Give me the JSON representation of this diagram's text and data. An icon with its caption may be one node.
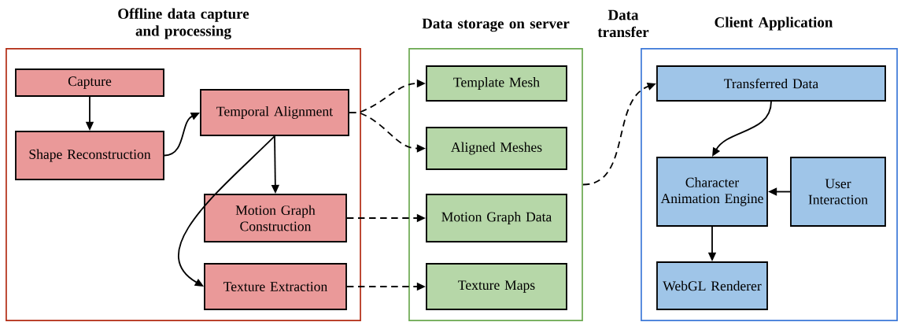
{
  "diagram": {
    "nodes": [
      {
        "text": [
          "Offline data capture and processing"
        ]
      },
      {
        "text": [
          "Capture"
        ],
        "in": 0
      },
      {
        "text": [
          "Shape Reconstruction"
        ],
        "in": 0
      },
      {
        "text": [
          "Temporal Alignment"
        ],
        "in": 0
      },
      {
        "text": [
          "Motion Graph Construction"
        ],
        "in": 0
      },
      {
        "text": [
          "Texture Extraction"
        ],
        "in": 0
      },
      {
        "text": [
          "Data storage on server"
        ]
      },
      {
        "text": [
          "Template Mesh"
        ],
        "in": 6
      },
      {
        "text": [
          "Aligned Meshes"
        ],
        "in": 6
      },
      {
        "text": [
          "Motion Graph Data"
        ],
        "in": 6
      },
      {
        "text": [
          "Texture Maps"
        ],
        "in": 6
      },
      {
        "text": [
          "Client Application"
        ]
      },
      {
        "text": [
          "Transferred Data"
        ],
        "in": 11
      },
      {
        "text": [
          "Character Animation Engine"
        ],
        "in": 11
      },
      {
        "text": [
          "User Interaction"
        ],
        "in": 11
      },
      {
        "text": [
          "WebGL Renderer"
        ],
        "in": 11
      }
    ],
    "edges": [
      {
        "from": 1,
        "to": 2,
        "arrow": "to"
      },
      {
        "from": 2,
        "to": 3,
        "arrow": "to"
      },
      {
        "from": 3,
        "to": 4,
        "arrow": "to"
      },
      {
        "from": 3,
        "to": 5,
        "arrow": "to"
      },
      {
        "from": 3,
        "to": 7,
        "arrow": "to",
        "style": "dashed"
      },
      {
        "from": 3,
        "to": 8,
        "arrow": "to",
        "style": "dashed"
      },
      {
        "from": 4,
        "to": 9,
        "arrow": "to",
        "style": "dashed"
      },
      {
        "from": 5,
        "to": 10,
        "arrow": "to",
        "style": "dashed"
      },
      {
        "from": 6,
        "to": 12,
        "arrow": "to",
        "style": "dashed"
      },
      {
        "from": 12,
        "to": 13,
        "arrow": "to"
      },
      {
        "from": 14,
        "to": 13,
        "arrow": "to"
      },
      {
        "from": 13,
        "to": 15,
        "arrow": "to"
      }
    ],
    "labels": [
      "Data transfer"
    ]
  }
}
